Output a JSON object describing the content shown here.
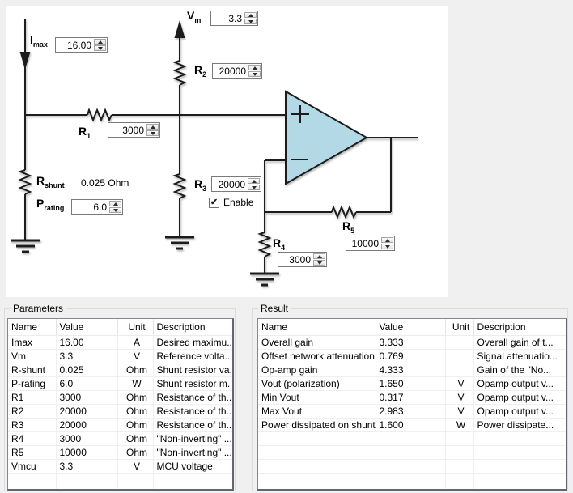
{
  "circuit": {
    "imax": {
      "label": "I",
      "sub": "max",
      "value": "16.00"
    },
    "vm": {
      "label": "V",
      "sub": "m",
      "value": "3.3"
    },
    "r1": {
      "label": "R",
      "sub": "1",
      "value": "3000"
    },
    "r2": {
      "label": "R",
      "sub": "2",
      "value": "20000"
    },
    "r3": {
      "label": "R",
      "sub": "3",
      "value": "20000"
    },
    "r4": {
      "label": "R",
      "sub": "4",
      "value": "3000"
    },
    "r5": {
      "label": "R",
      "sub": "5",
      "value": "10000"
    },
    "rshunt": {
      "label": "R",
      "sub": "shunt",
      "value_text": "0.025 Ohm"
    },
    "prating": {
      "label": "P",
      "sub": "rating",
      "value": "6.0"
    },
    "enable_checkbox": {
      "label": "Enable",
      "checked": true
    }
  },
  "colors": {
    "opamp_fill": "#b3d9e6",
    "wire": "#1c1c1c",
    "canvas_bg": "#ffffff",
    "window_bg": "#f0f0f0"
  },
  "parameters_panel": {
    "title": "Parameters",
    "table": {
      "columns": [
        {
          "label": "Name",
          "width": 59,
          "align": "left"
        },
        {
          "label": "Value",
          "width": 76,
          "align": "left"
        },
        {
          "label": "Unit",
          "width": 44,
          "align": "center"
        },
        {
          "label": "Description",
          "width": 96,
          "align": "left"
        },
        {
          "label": "",
          "width": 5,
          "align": "left"
        }
      ],
      "rows": [
        [
          "Imax",
          "16.00",
          "A",
          "Desired maximu..."
        ],
        [
          "Vm",
          "3.3",
          "V",
          "Reference volta..."
        ],
        [
          "R-shunt",
          "0.025",
          "Ohm",
          "Shunt resistor va..."
        ],
        [
          "P-rating",
          "6.0",
          "W",
          "Shunt resistor m..."
        ],
        [
          "R1",
          "3000",
          "Ohm",
          "Resistance of th..."
        ],
        [
          "R2",
          "20000",
          "Ohm",
          "Resistance of th..."
        ],
        [
          "R3",
          "20000",
          "Ohm",
          "Resistance of th..."
        ],
        [
          "R4",
          "3000",
          "Ohm",
          "\"Non-inverting\" ..."
        ],
        [
          "R5",
          "10000",
          "Ohm",
          "\"Non-inverting\" ..."
        ],
        [
          "Vmcu",
          "3.3",
          "V",
          "MCU voltage"
        ]
      ]
    }
  },
  "result_panel": {
    "title": "Result",
    "table": {
      "columns": [
        {
          "label": "Name",
          "width": 145,
          "align": "left"
        },
        {
          "label": "Value",
          "width": 86,
          "align": "left"
        },
        {
          "label": "Unit",
          "width": 35,
          "align": "center"
        },
        {
          "label": "Description",
          "width": 104,
          "align": "left"
        },
        {
          "label": "",
          "width": 13,
          "align": "left"
        }
      ],
      "rows": [
        [
          "Overall gain",
          "3.333",
          "",
          "Overall gain of t..."
        ],
        [
          "Offset network attenuation",
          "0.769",
          "",
          "Signal attenuatio..."
        ],
        [
          "Op-amp gain",
          "4.333",
          "",
          "Gain of the \"No..."
        ],
        [
          "Vout (polarization)",
          "1.650",
          "V",
          "Opamp output v..."
        ],
        [
          "Min Vout",
          "0.317",
          "V",
          "Opamp output v..."
        ],
        [
          "Max Vout",
          "2.983",
          "V",
          "Opamp output v..."
        ],
        [
          "Power dissipated on shunt",
          "1.600",
          "W",
          "Power dissipate..."
        ]
      ]
    }
  }
}
